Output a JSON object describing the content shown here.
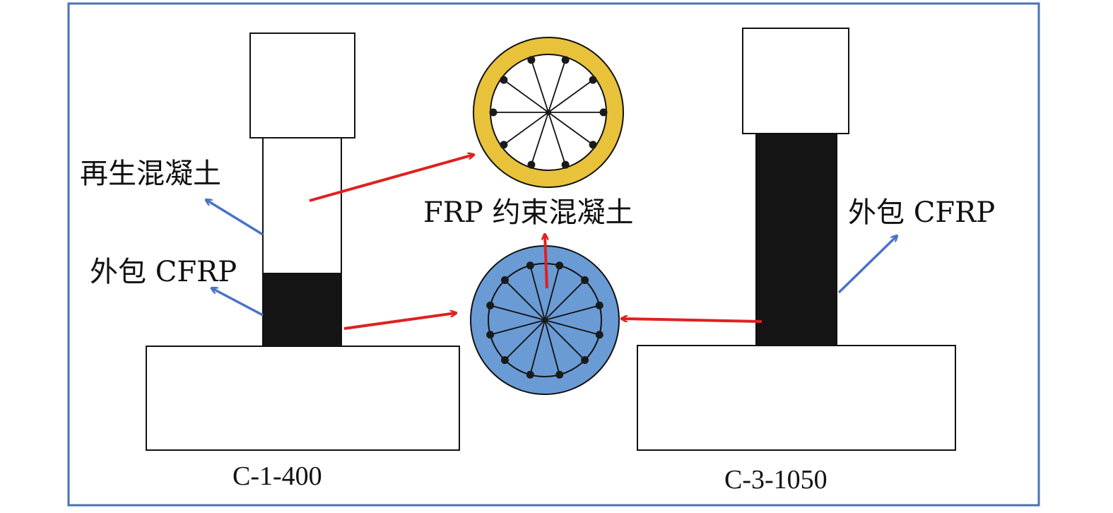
{
  "labels": {
    "recycled_concrete": "再生混凝土",
    "left_wrap": "外包 CFRP",
    "frp_confined": "FRP 约束混凝土",
    "right_wrap": "外包 CFRP",
    "left_specimen": "C-1-400",
    "right_specimen": "C-3-1050"
  },
  "colors": {
    "frame": "#4a72b8",
    "cfrp": "#141414",
    "section_gold": "#e8c23a",
    "section_blue": "#6a9bd4",
    "red_arrow": "#e02020",
    "blue_arrow": "#4a72c8",
    "outline": "#111111",
    "rebar": "#1a1a1a"
  },
  "sections": {
    "top_section_rebars": 10,
    "bottom_section_rebars": 12
  }
}
